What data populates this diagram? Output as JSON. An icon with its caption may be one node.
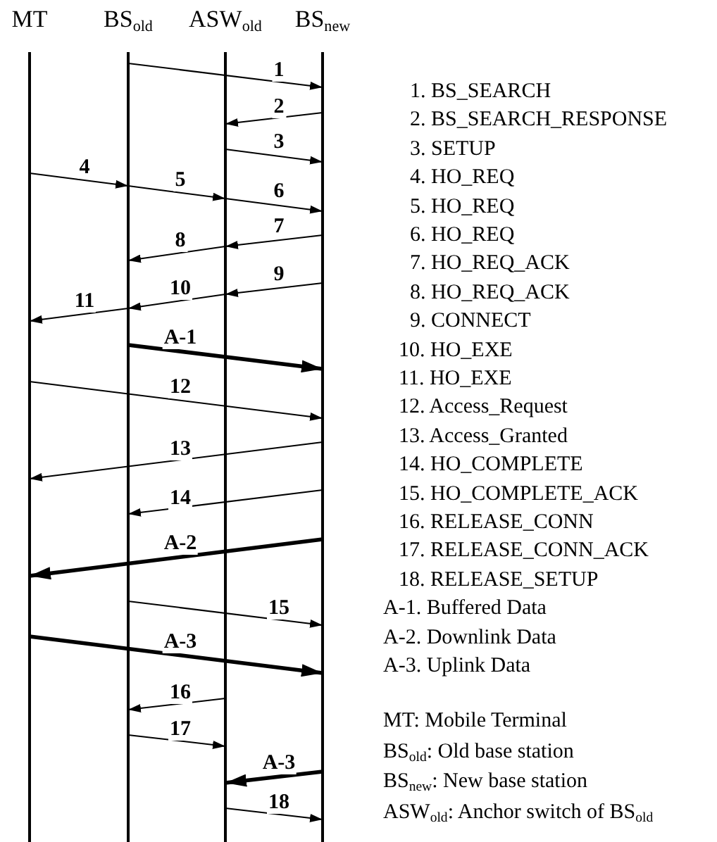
{
  "diagram": {
    "nodes": [
      {
        "text": [
          "MT"
        ]
      },
      {
        "text": [
          "BS$_{old}$"
        ]
      },
      {
        "text": [
          "ASW$_{old}$"
        ]
      },
      {
        "text": [
          "BS$_{new}$"
        ]
      }
    ],
    "edges": [
      {
        "from": 1,
        "to": 3,
        "arrow": "to",
        "label": "1"
      },
      {
        "from": 3,
        "to": 2,
        "arrow": "to",
        "label": "2"
      },
      {
        "from": 2,
        "to": 3,
        "arrow": "to",
        "label": "3"
      },
      {
        "from": 0,
        "to": 1,
        "arrow": "to",
        "label": "4"
      },
      {
        "from": 1,
        "to": 2,
        "arrow": "to",
        "label": "5"
      },
      {
        "from": 2,
        "to": 3,
        "arrow": "to",
        "label": "6"
      },
      {
        "from": 3,
        "to": 2,
        "arrow": "to",
        "label": "7"
      },
      {
        "from": 2,
        "to": 1,
        "arrow": "to",
        "label": "8"
      },
      {
        "from": 3,
        "to": 2,
        "arrow": "to",
        "label": "9"
      },
      {
        "from": 2,
        "to": 1,
        "arrow": "to",
        "label": "10"
      },
      {
        "from": 1,
        "to": 0,
        "arrow": "to",
        "label": "11"
      },
      {
        "from": 1,
        "to": 3,
        "arrow": "to",
        "label": "A-1",
        "style": "thick"
      },
      {
        "from": 0,
        "to": 3,
        "arrow": "to",
        "label": "12"
      },
      {
        "from": 3,
        "to": 0,
        "arrow": "to",
        "label": "13"
      },
      {
        "from": 3,
        "to": 1,
        "arrow": "to",
        "label": "14"
      },
      {
        "from": 3,
        "to": 0,
        "arrow": "to",
        "label": "A-2",
        "style": "thick"
      },
      {
        "from": 1,
        "to": 3,
        "arrow": "to",
        "label": "15"
      },
      {
        "from": 0,
        "to": 3,
        "arrow": "to",
        "label": "A-3",
        "style": "thick"
      },
      {
        "from": 2,
        "to": 1,
        "arrow": "to",
        "label": "16"
      },
      {
        "from": 1,
        "to": 2,
        "arrow": "to",
        "label": "17"
      },
      {
        "from": 3,
        "to": 2,
        "arrow": "to",
        "label": "A-3",
        "style": "thick"
      },
      {
        "from": 2,
        "to": 3,
        "arrow": "to",
        "label": "18"
      }
    ],
    "labels": [
      "1. BS_SEARCH",
      "2. BS_SEARCH_RESPONSE",
      "3. SETUP",
      "4. HO_REQ",
      "5. HO_REQ",
      "6. HO_REQ",
      "7. HO_REQ_ACK",
      "8. HO_REQ_ACK",
      "9. CONNECT",
      "10. HO_EXE",
      "11. HO_EXE",
      "12. Access_Request",
      "13. Access_Granted",
      "14. HO_COMPLETE",
      "15. HO_COMPLETE_ACK",
      "16. RELEASE_CONN",
      "17. RELEASE_CONN_ACK",
      "18. RELEASE_SETUP",
      "A-1. Buffered Data",
      "A-2. Downlink Data",
      "A-3. Uplink Data",
      "MT: Mobile Terminal",
      "BS$_{old}$: Old base station",
      "BS$_{new}$: New base station",
      "ASW$_{old}$: Anchor switch of BS$_{old}$"
    ]
  }
}
